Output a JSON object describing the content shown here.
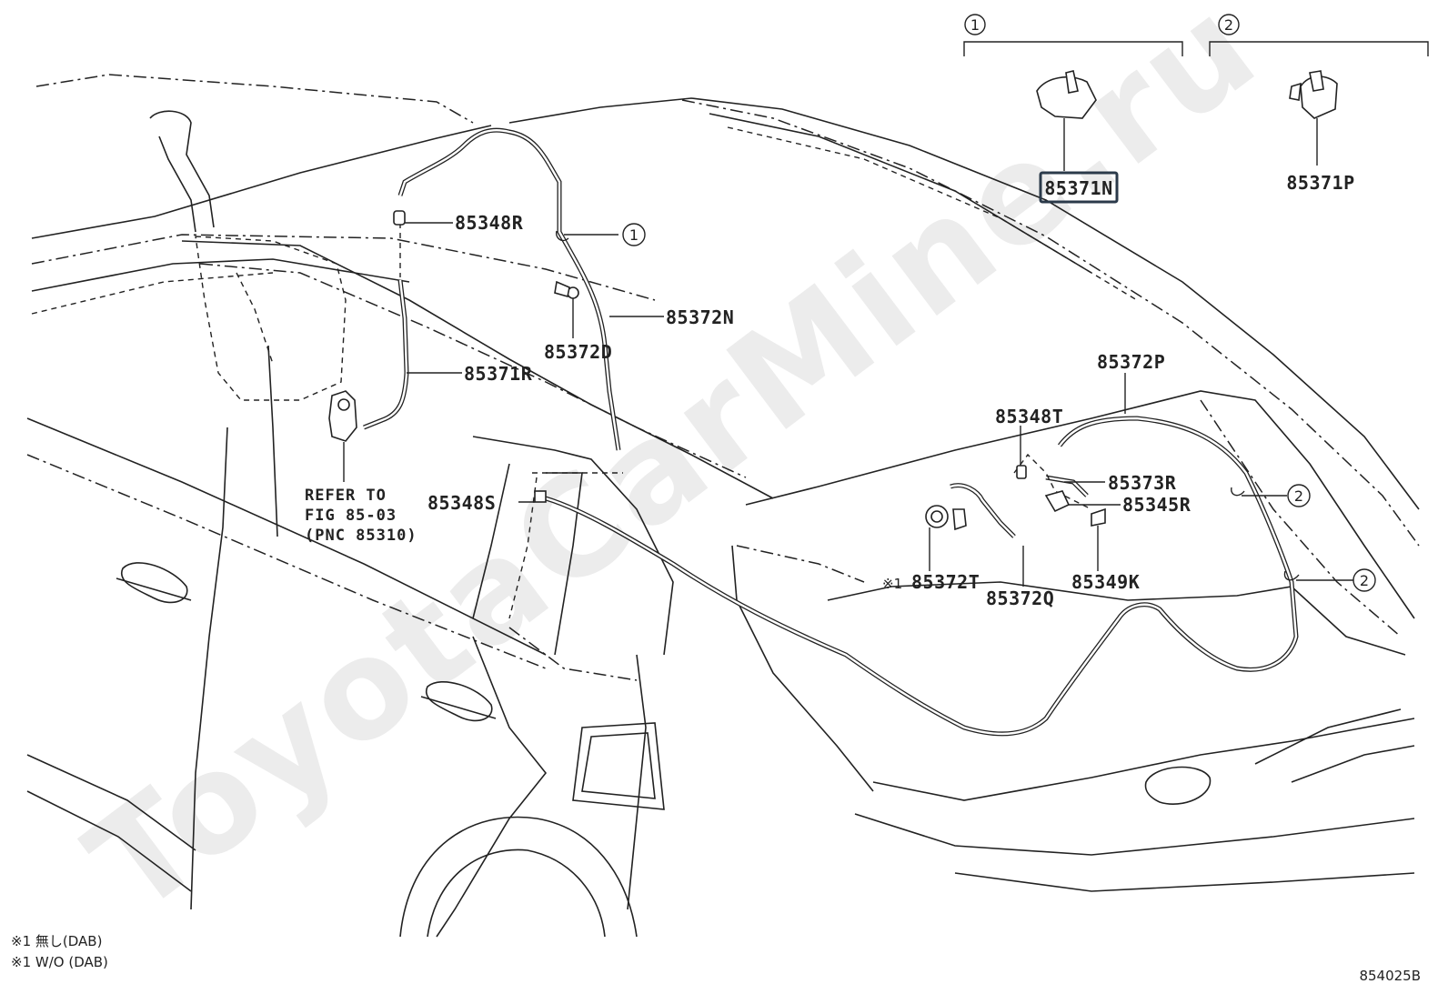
{
  "watermark": "ToyotaCarMine.ru",
  "figure_number": "854025B",
  "group_markers": [
    {
      "num": "1",
      "part": "85371N",
      "highlighted": true
    },
    {
      "num": "2",
      "part": "85371P",
      "highlighted": false
    }
  ],
  "callout_labels": [
    "1",
    "2",
    "2"
  ],
  "part_labels": {
    "p85348R": "85348R",
    "p85372N": "85372N",
    "p85372D": "85372D",
    "p85371R": "85371R",
    "p85372P": "85372P",
    "p85348T": "85348T",
    "p85373R": "85373R",
    "p85345R": "85345R",
    "p85348S": "85348S",
    "p85372T_prefix": "※1",
    "p85372T": "85372T",
    "p85372Q": "85372Q",
    "p85349K": "85349K"
  },
  "refer": {
    "line1": "REFER TO",
    "line2": "FIG 85-03",
    "line3": "(PNC 85310)"
  },
  "notes": {
    "line1": "※1 無し(DAB)",
    "line2": "※1 W/O (DAB)"
  },
  "colors": {
    "line": "#222222",
    "highlight_box": "#2b3a4a",
    "watermark": "#ececec"
  }
}
